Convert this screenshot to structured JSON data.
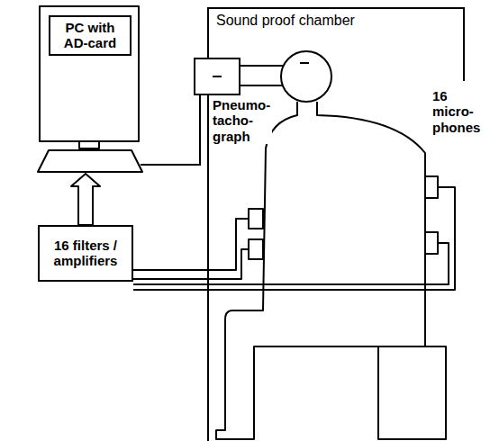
{
  "diagram": {
    "nodes": [
      {
        "text": [
          "Sound proof chamber"
        ]
      },
      {
        "text": [
          "PC with AD-card"
        ]
      },
      {
        "text": [
          "16 filters / amplifiers"
        ]
      },
      {
        "text": [
          "Pneumo- tacho- graph"
        ]
      }
    ],
    "edges": [
      {
        "from": 2,
        "to": 1,
        "arrow": "to"
      },
      {
        "from": 1,
        "to": 3,
        "arrow": "none"
      }
    ],
    "labels": [
      "16 micro- phones"
    ]
  }
}
